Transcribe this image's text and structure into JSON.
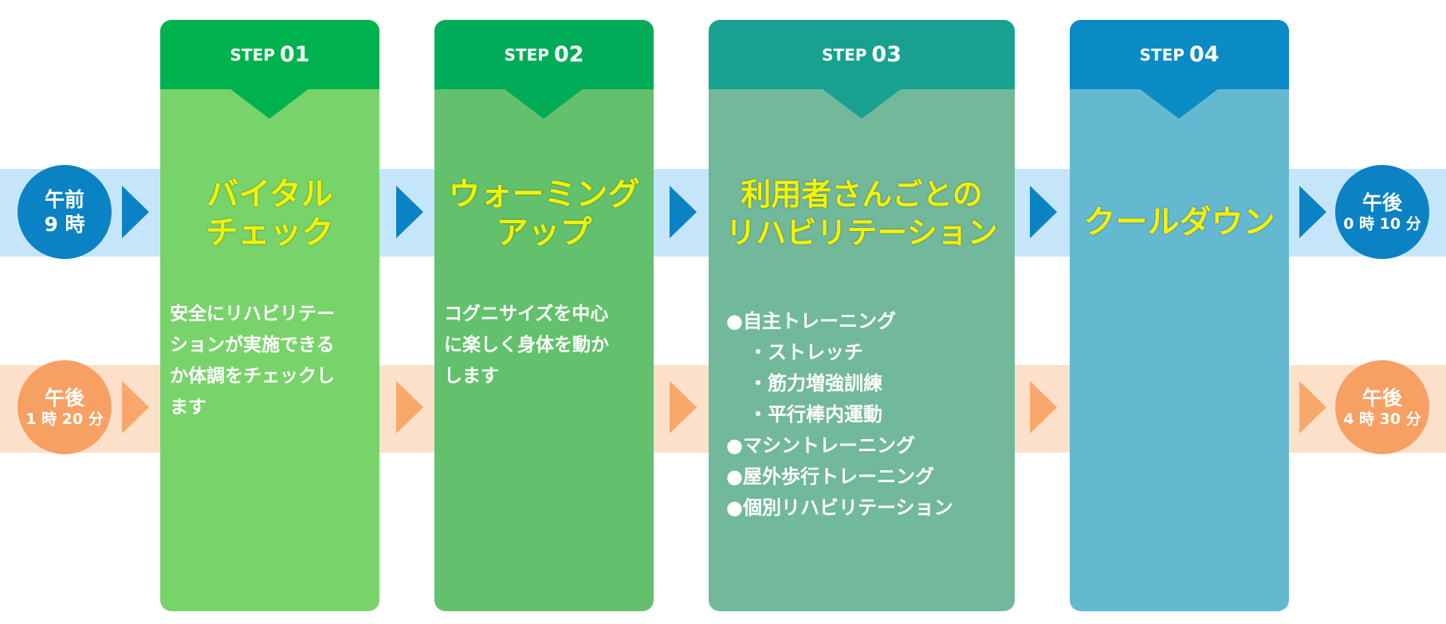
{
  "times": {
    "start": {
      "line1": "午前",
      "line2": "9 時"
    },
    "mid_end": {
      "line1": "午後",
      "line2": "0 時 10 分"
    },
    "pm_start": {
      "line1": "午後",
      "line2": "1 時 20 分"
    },
    "end": {
      "line1": "午後",
      "line2": "4 時 30 分"
    }
  },
  "steps": [
    {
      "step_label": "STEP",
      "step_number": "01",
      "title": [
        "バイタル",
        "チェック"
      ],
      "desc": [
        "安全にリハビリテー",
        "ションが実施できる",
        "か体調をチェックし",
        "ます"
      ],
      "header_color": "#00b24e",
      "body_color": "#79d36b"
    },
    {
      "step_label": "STEP",
      "step_number": "02",
      "title": [
        "ウォーミング",
        "アップ"
      ],
      "desc": [
        "コグニサイズを中心",
        "に楽しく身体を動か",
        "します"
      ],
      "header_color": "#00ac57",
      "body_color": "#63c16d"
    },
    {
      "step_label": "STEP",
      "step_number": "03",
      "title": [
        "利用者さんごとの",
        "リハビリテーション"
      ],
      "bullets": [
        {
          "text": "●自主トレーニング",
          "sub": false
        },
        {
          "text": "・ストレッチ",
          "sub": true
        },
        {
          "text": "・筋力増強訓練",
          "sub": true
        },
        {
          "text": "・平行棒内運動",
          "sub": true
        },
        {
          "text": "●マシントレーニング",
          "sub": false
        },
        {
          "text": "●屋外歩行トレーニング",
          "sub": false
        },
        {
          "text": "●個別リハビリテーション",
          "sub": false
        }
      ],
      "header_color": "#18a190",
      "body_color": "#71b99a"
    },
    {
      "step_label": "STEP",
      "step_number": "04",
      "title": [
        "クールダウン"
      ],
      "header_color": "#0a8bc6",
      "body_color": "#64b9d1"
    }
  ]
}
